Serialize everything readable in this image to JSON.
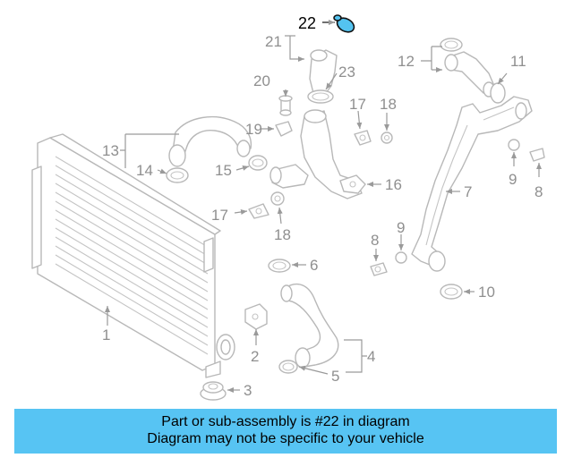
{
  "diagram": {
    "highlighted_part": "22",
    "callouts": {
      "c1": "1",
      "c2": "2",
      "c3": "3",
      "c4": "4",
      "c5": "5",
      "c6": "6",
      "c7": "7",
      "c8a": "8",
      "c8b": "8",
      "c9a": "9",
      "c9b": "9",
      "c10": "10",
      "c11": "11",
      "c12": "12",
      "c13": "13",
      "c14": "14",
      "c15": "15",
      "c16": "16",
      "c17a": "17",
      "c17b": "17",
      "c18a": "18",
      "c18b": "18",
      "c19": "19",
      "c20": "20",
      "c21": "21",
      "c22": "22",
      "c23": "23"
    }
  },
  "banner": {
    "line1": "Part or sub-assembly is #22 in diagram",
    "line2": "Diagram may not be specific to your vehicle"
  },
  "colors": {
    "banner_bg": "#57c4f3",
    "highlight_fill": "#54c3f0",
    "line_gray": "#b8b8b8"
  }
}
